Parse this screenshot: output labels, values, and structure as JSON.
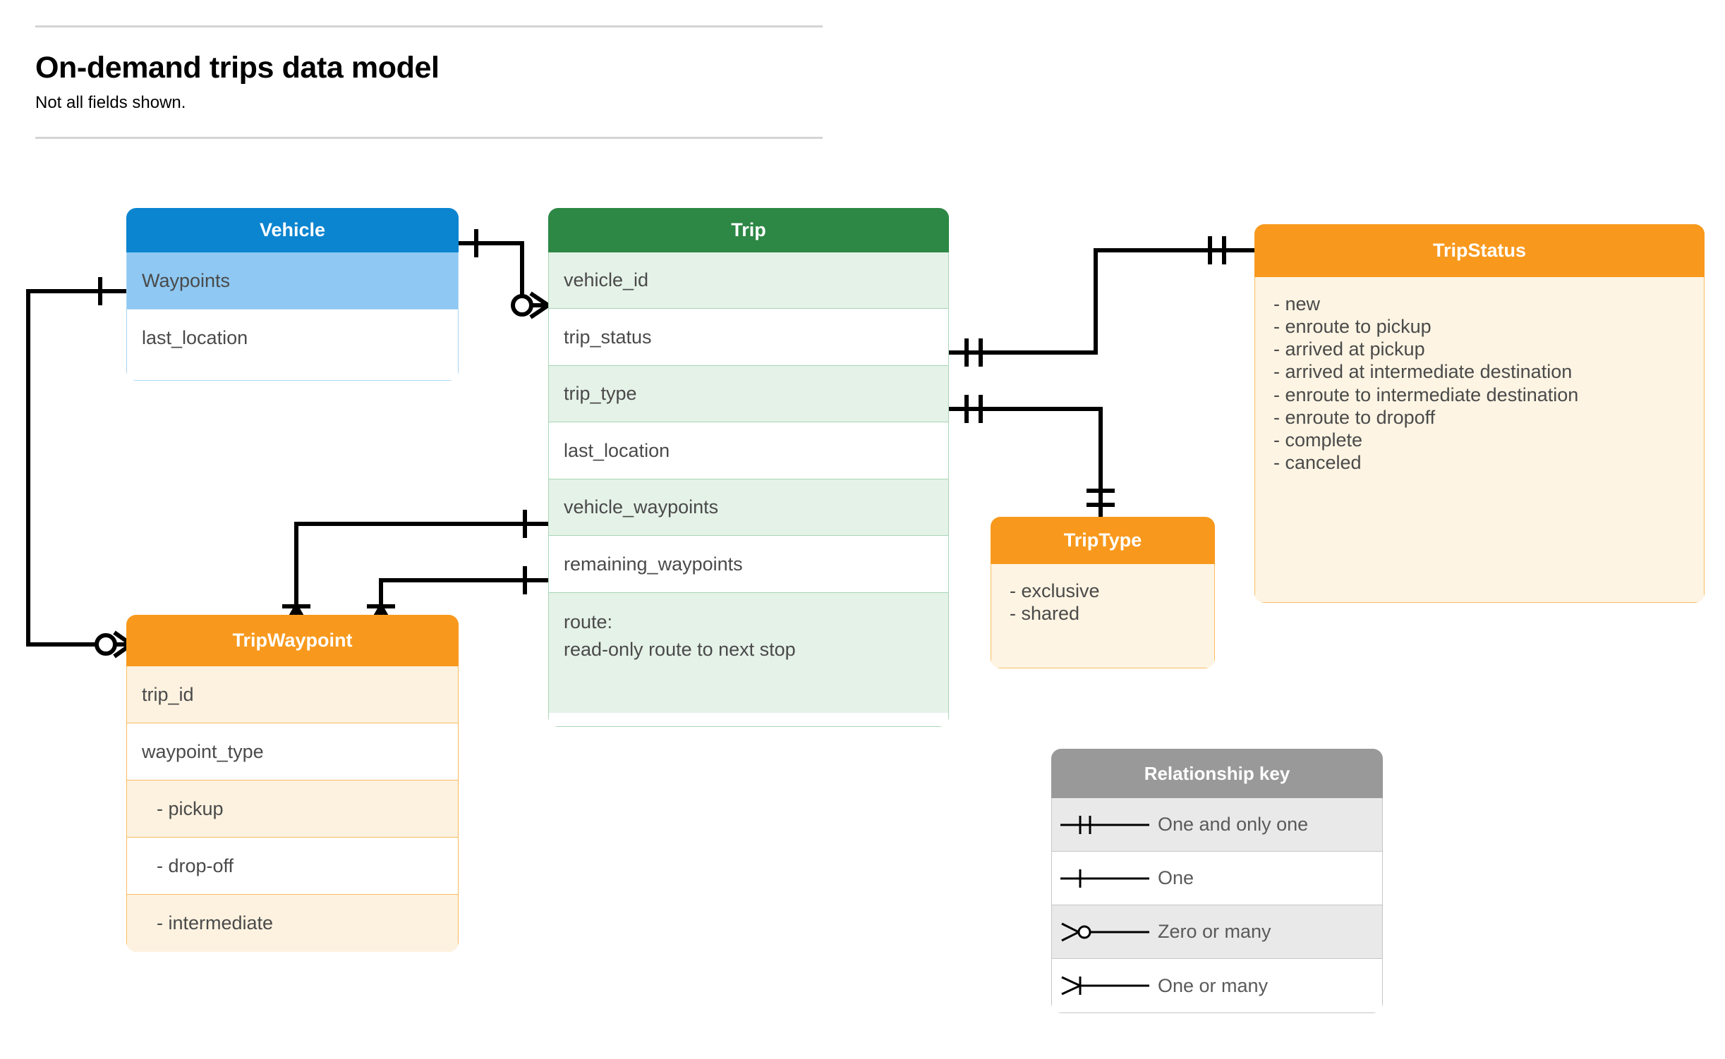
{
  "header": {
    "title": "On-demand trips data model",
    "subtitle": "Not all fields shown."
  },
  "entities": {
    "vehicle": {
      "name": "Vehicle",
      "color": "#0b85d0",
      "fields": [
        {
          "label": "Waypoints"
        },
        {
          "label": "last_location"
        }
      ]
    },
    "trip": {
      "name": "Trip",
      "color": "#2d8745",
      "fields": [
        {
          "label": "vehicle_id"
        },
        {
          "label": "trip_status"
        },
        {
          "label": "trip_type"
        },
        {
          "label": "last_location"
        },
        {
          "label": "vehicle_waypoints"
        },
        {
          "label": "remaining_waypoints"
        },
        {
          "label": "route:",
          "label2": "read-only route to next stop"
        }
      ]
    },
    "trip_status": {
      "name": "TripStatus",
      "color": "#f8991d",
      "values": [
        "- new",
        "- enroute to pickup",
        "- arrived at pickup",
        "- arrived at intermediate destination",
        "- enroute to intermediate destination",
        "- enroute to dropoff",
        "- complete",
        "- canceled"
      ]
    },
    "trip_type": {
      "name": "TripType",
      "color": "#f8991d",
      "values": [
        "- exclusive",
        "- shared"
      ]
    },
    "trip_waypoint": {
      "name": "TripWaypoint",
      "color": "#f8991d",
      "fields": [
        {
          "label": "trip_id"
        },
        {
          "label": "waypoint_type"
        },
        {
          "label": "-  pickup"
        },
        {
          "label": "-  drop-off"
        },
        {
          "label": "-  intermediate"
        }
      ]
    }
  },
  "relationship_key": {
    "title": "Relationship key",
    "rows": [
      {
        "symbol": "one-and-only-one",
        "label": "One and only one"
      },
      {
        "symbol": "one",
        "label": "One"
      },
      {
        "symbol": "zero-or-many",
        "label": "Zero or many"
      },
      {
        "symbol": "one-or-many",
        "label": "One or many"
      }
    ]
  },
  "relationships": [
    {
      "from": "Vehicle",
      "from_cardinality": "one",
      "to": "Trip.vehicle_id",
      "to_cardinality": "zero-or-many"
    },
    {
      "from": "Vehicle.Waypoints",
      "from_cardinality": "one",
      "to": "TripWaypoint",
      "to_cardinality": "zero-or-many"
    },
    {
      "from": "Trip.trip_status",
      "from_cardinality": "one-and-only-one",
      "to": "TripStatus",
      "to_cardinality": "one-and-only-one"
    },
    {
      "from": "Trip.trip_type",
      "from_cardinality": "one-and-only-one",
      "to": "TripType",
      "to_cardinality": "one-and-only-one"
    },
    {
      "from": "Trip.vehicle_waypoints",
      "from_cardinality": "one",
      "to": "TripWaypoint",
      "to_cardinality": "one-or-many"
    },
    {
      "from": "Trip.remaining_waypoints",
      "from_cardinality": "one",
      "to": "TripWaypoint",
      "to_cardinality": "one-or-many"
    }
  ]
}
